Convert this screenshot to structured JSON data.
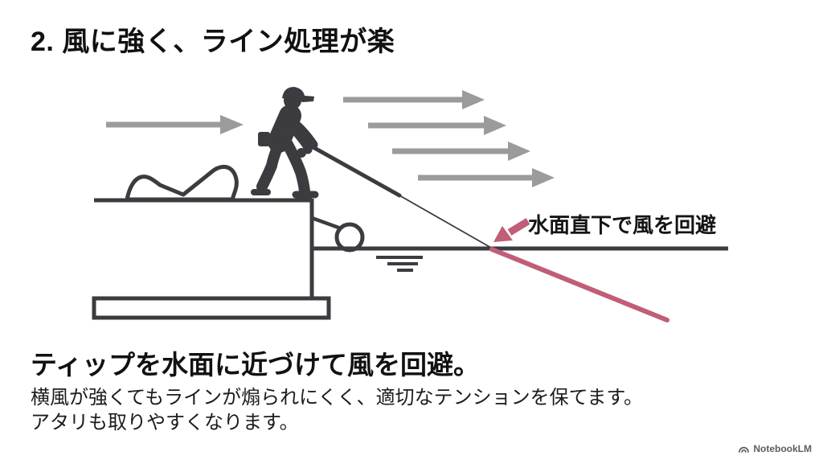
{
  "slide": {
    "title": "2. 風に強く、ライン処理が楽",
    "annotation": "水面直下で風を回避",
    "caption": "ティップを水面に近づけて風を回避。",
    "body_lines": [
      "横風が強くてもラインが煽られにくく、適切なテンションを保てます。",
      "アタリも取りやすくなります。"
    ],
    "watermark": "NotebookLM"
  },
  "colors": {
    "background": "#ffffff",
    "ink": "#3b3b40",
    "wind_gray": "#9b9b9b",
    "accent_pink": "#c05e78",
    "watermark_gray": "#5a5d62"
  },
  "icons": {
    "wind_arrows": "five gray right-pointing wind arrows",
    "notebooklm_logo": "notebooklm-arch-logo"
  }
}
